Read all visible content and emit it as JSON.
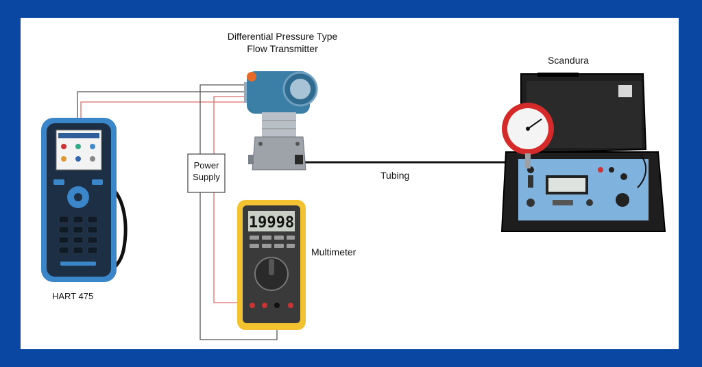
{
  "labels": {
    "transmitter_line1": "Differential Pressure Type",
    "transmitter_line2": "Flow Transmitter",
    "scandura": "Scandura",
    "tubing": "Tubing",
    "multimeter": "Multimeter",
    "hart": "HART 475",
    "power_line1": "Power",
    "power_line2": "Supply"
  },
  "multimeter_display": "19998",
  "colors": {
    "frame": "#0a47a3",
    "wire_signal": "#e06a6a",
    "wire_return": "#555555",
    "tubing": "#111111",
    "transmitter_body": "#3b7ea6",
    "multimeter_case": "#f2c230",
    "gauge": "#d42a2a",
    "scandura_panel": "#7fb2dd"
  }
}
